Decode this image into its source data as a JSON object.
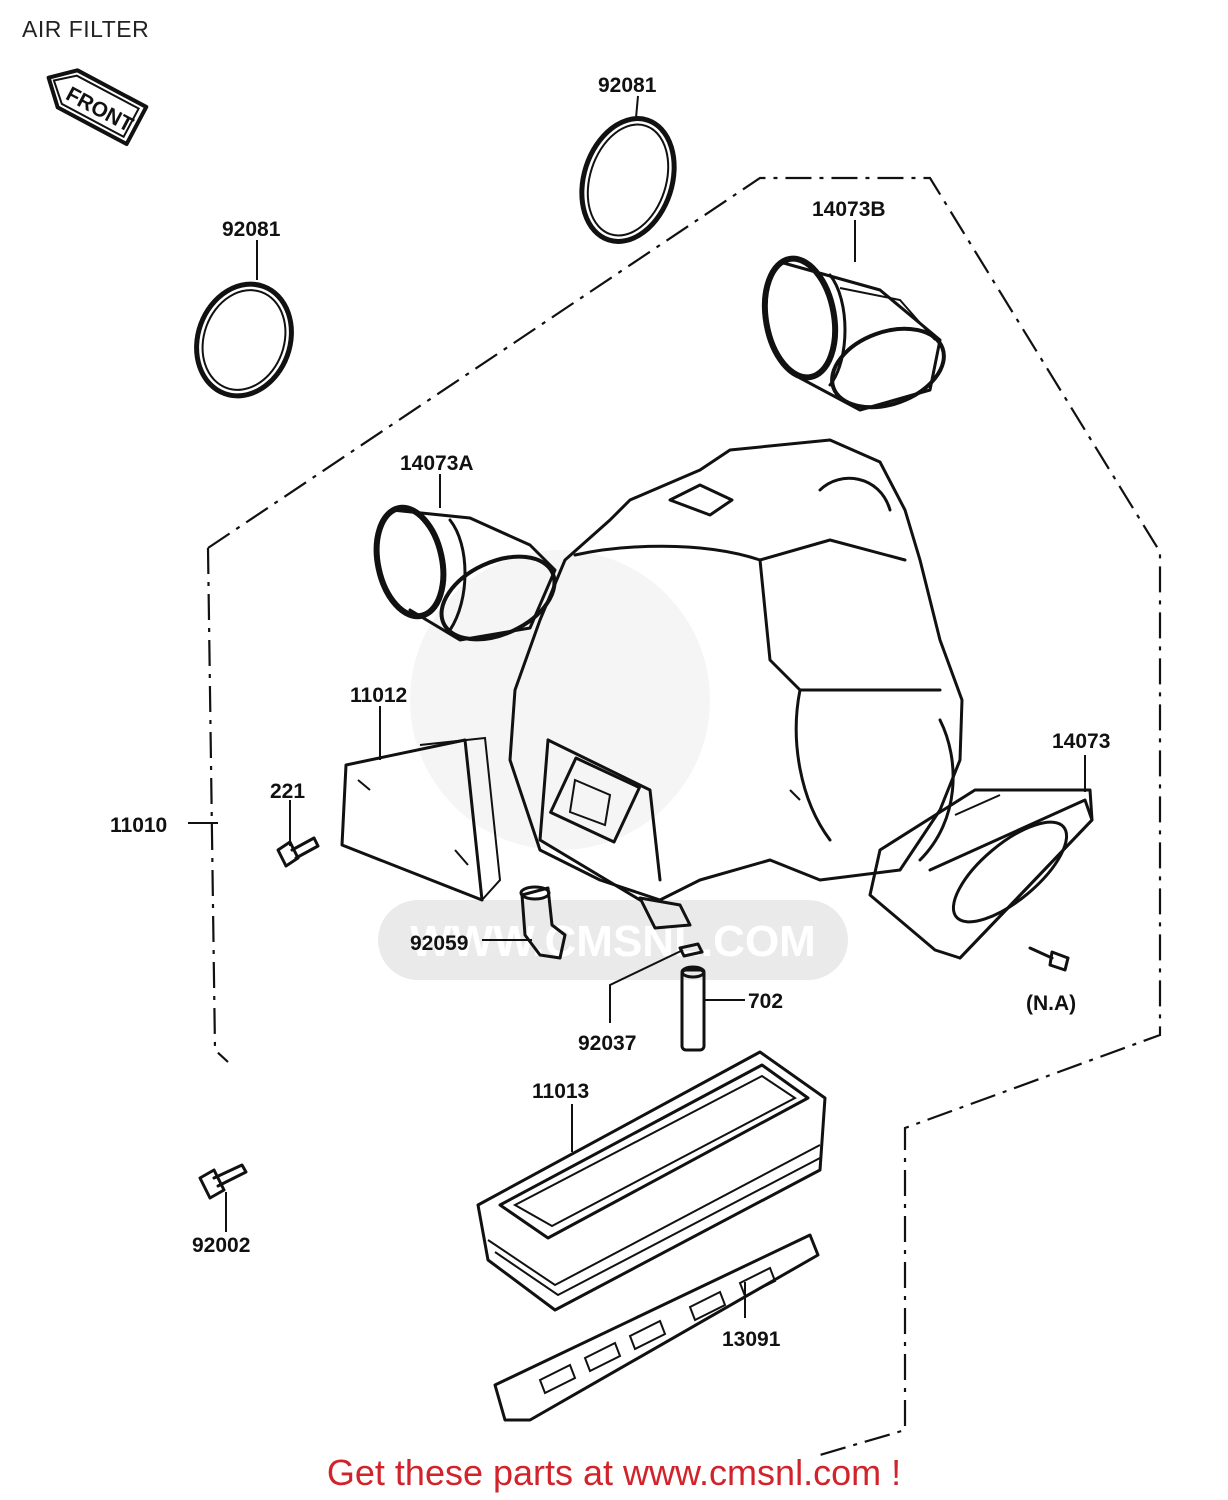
{
  "title": "AIR FILTER",
  "front_badge": "FRONT",
  "footer": "Get these parts at www.cmsnl.com !",
  "watermark": "WWW.CMSNL.COM",
  "accent_color": "#d2232a",
  "parts": [
    {
      "id": "92081",
      "label": "92081"
    },
    {
      "id": "92081",
      "label": "92081"
    },
    {
      "id": "14073B",
      "label": "14073B"
    },
    {
      "id": "14073A",
      "label": "14073A"
    },
    {
      "id": "11012",
      "label": "11012"
    },
    {
      "id": "221",
      "label": "221"
    },
    {
      "id": "11010",
      "label": "11010"
    },
    {
      "id": "14073",
      "label": "14073"
    },
    {
      "id": "92059",
      "label": "92059"
    },
    {
      "id": "702",
      "label": "702"
    },
    {
      "id": "92037",
      "label": "92037"
    },
    {
      "id": "N.A",
      "label": "(N.A)"
    },
    {
      "id": "11013",
      "label": "11013"
    },
    {
      "id": "92002",
      "label": "92002"
    },
    {
      "id": "13091",
      "label": "13091"
    }
  ]
}
